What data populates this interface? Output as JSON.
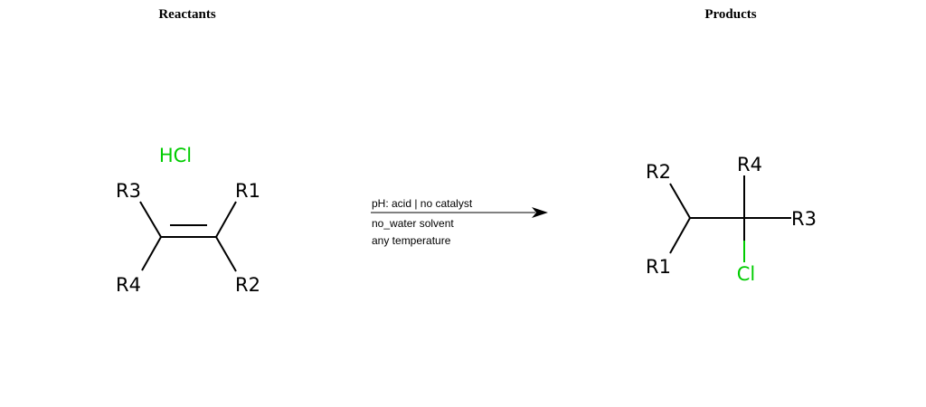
{
  "headings": {
    "reactants": "Reactants",
    "products": "Products"
  },
  "colors": {
    "bond": "#000000",
    "chlorine": "#00cc00",
    "text": "#000000"
  },
  "reactants": {
    "reagent": "HCl",
    "alkene": {
      "labels": {
        "r3": "R3",
        "r1": "R1",
        "r4": "R4",
        "r2": "R2"
      }
    }
  },
  "arrow": {
    "conditions": {
      "above": "pH: acid | no catalyst",
      "below_1": "no_water solvent",
      "below_2": "any temperature"
    }
  },
  "products": {
    "labels": {
      "r2": "R2",
      "r4": "R4",
      "r3": "R3",
      "r1": "R1",
      "cl": "Cl"
    }
  }
}
